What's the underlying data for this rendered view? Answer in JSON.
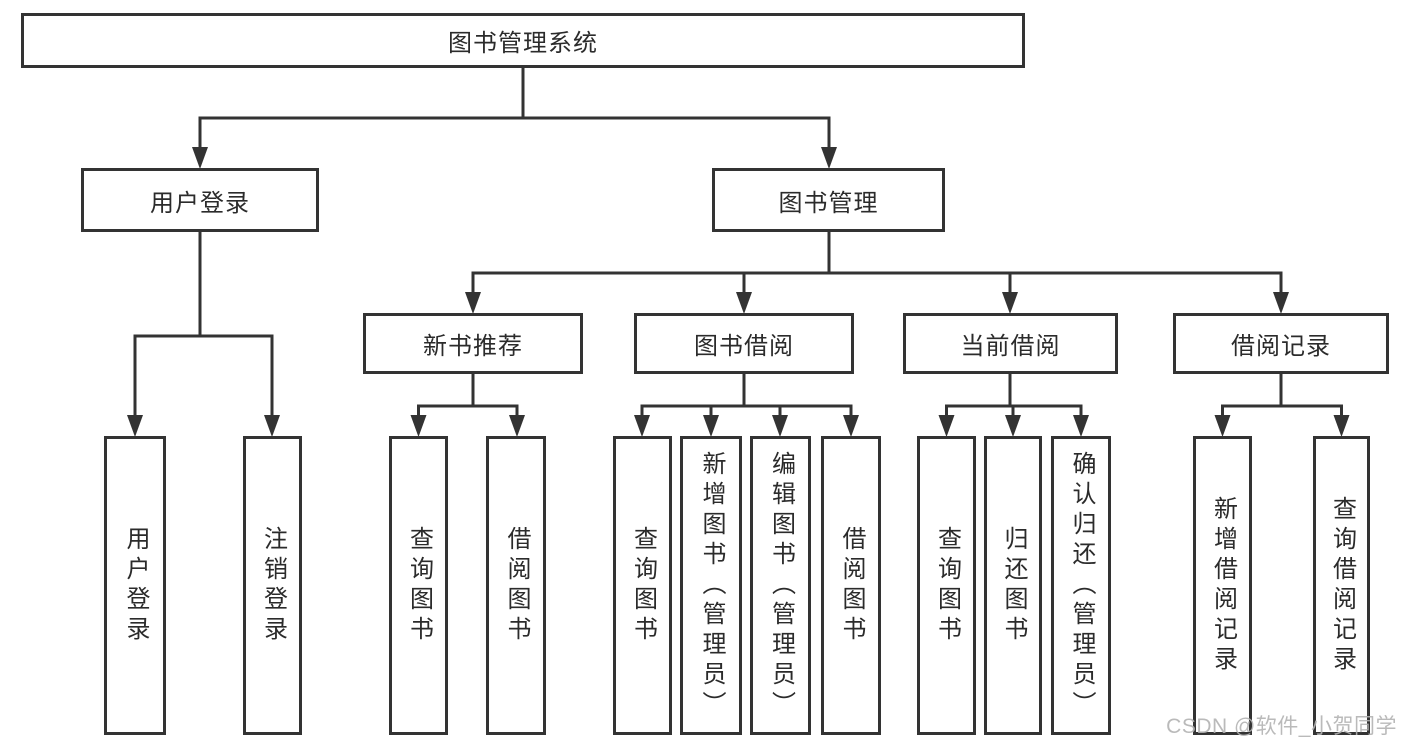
{
  "diagram": {
    "root": {
      "label": "图书管理系统"
    },
    "branches": [
      {
        "label": "用户登录",
        "children": [
          {
            "label": "用户登录"
          },
          {
            "label": "注销登录"
          }
        ]
      },
      {
        "label": "图书管理",
        "children": [
          {
            "label": "新书推荐",
            "children": [
              {
                "label": "查询图书"
              },
              {
                "label": "借阅图书"
              }
            ]
          },
          {
            "label": "图书借阅",
            "children": [
              {
                "label": "查询图书"
              },
              {
                "label": "新增图书（管理员）"
              },
              {
                "label": "编辑图书（管理员）"
              },
              {
                "label": "借阅图书"
              }
            ]
          },
          {
            "label": "当前借阅",
            "children": [
              {
                "label": "查询图书"
              },
              {
                "label": "归还图书"
              },
              {
                "label": "确认归还（管理员）"
              }
            ]
          },
          {
            "label": "借阅记录",
            "children": [
              {
                "label": "新增借阅记录"
              },
              {
                "label": "查询借阅记录"
              }
            ]
          }
        ]
      }
    ],
    "colors": {
      "line": "#333333",
      "box_border": "#333333",
      "background": "#ffffff",
      "text": "#2b2b2b",
      "watermark": "#b3b3b3"
    }
  },
  "watermark": {
    "label": "CSDN @软件_小贺同学"
  }
}
